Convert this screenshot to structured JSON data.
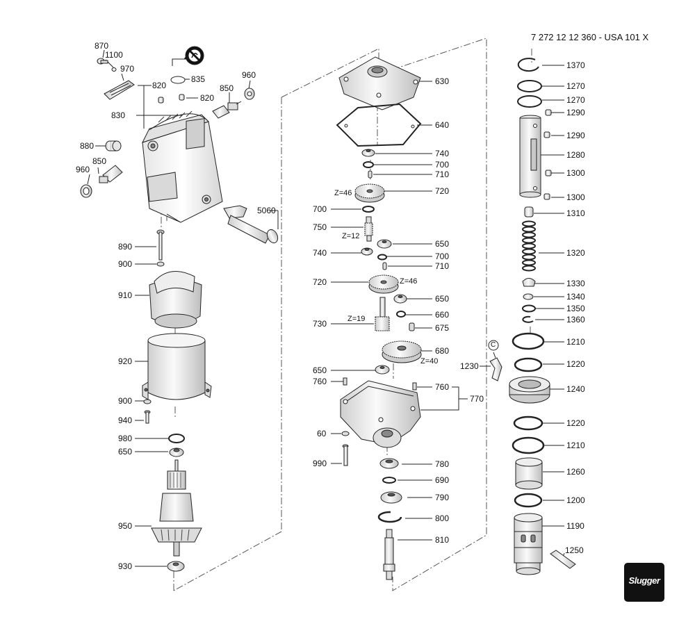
{
  "document": {
    "reference": "7 272 12 12 360 - USA 101 X",
    "brand": "Slugger"
  },
  "labels": {
    "p870": "870",
    "p1100": "1100",
    "p970": "970",
    "p835": "835",
    "p820a": "820",
    "p820b": "820",
    "p850a": "850",
    "p960a": "960",
    "p830": "830",
    "p880": "880",
    "p850b": "850",
    "p960b": "960",
    "p5060": "5060",
    "p890": "890",
    "p900a": "900",
    "p910": "910",
    "p920": "920",
    "p900b": "900",
    "p940": "940",
    "p980": "980",
    "p650a": "650",
    "p950": "950",
    "p930": "930",
    "p630": "630",
    "p640": "640",
    "p740a": "740",
    "p700a": "700",
    "p710a": "710",
    "p720a": "720",
    "z46a": "Z=46",
    "p700b": "700",
    "p750": "750",
    "z12": "Z=12",
    "p650b": "650",
    "p740b": "740",
    "p700c": "700",
    "p710b": "710",
    "p720b": "720",
    "z46b": "Z=46",
    "p650c": "650",
    "p660": "660",
    "z19": "Z=19",
    "p730": "730",
    "p675": "675",
    "p680": "680",
    "z40": "Z=40",
    "p650d": "650",
    "p760a": "760",
    "p760b": "760",
    "p770": "770",
    "p60": "60",
    "p990": "990",
    "p780": "780",
    "p690": "690",
    "p790": "790",
    "p800": "800",
    "p810": "810",
    "p1370": "1370",
    "p1270a": "1270",
    "p1270b": "1270",
    "p1290a": "1290",
    "p1290b": "1290",
    "p1280": "1280",
    "p1300a": "1300",
    "p1300b": "1300",
    "p1310": "1310",
    "p1320": "1320",
    "p1330": "1330",
    "p1340": "1340",
    "p1350": "1350",
    "p1360": "1360",
    "c": "C",
    "p1210a": "1210",
    "p1230": "1230",
    "p1220a": "1220",
    "p1240": "1240",
    "p1220b": "1220",
    "p1210b": "1210",
    "p1260": "1260",
    "p1200": "1200",
    "p1190": "1190",
    "p1250": "1250"
  }
}
